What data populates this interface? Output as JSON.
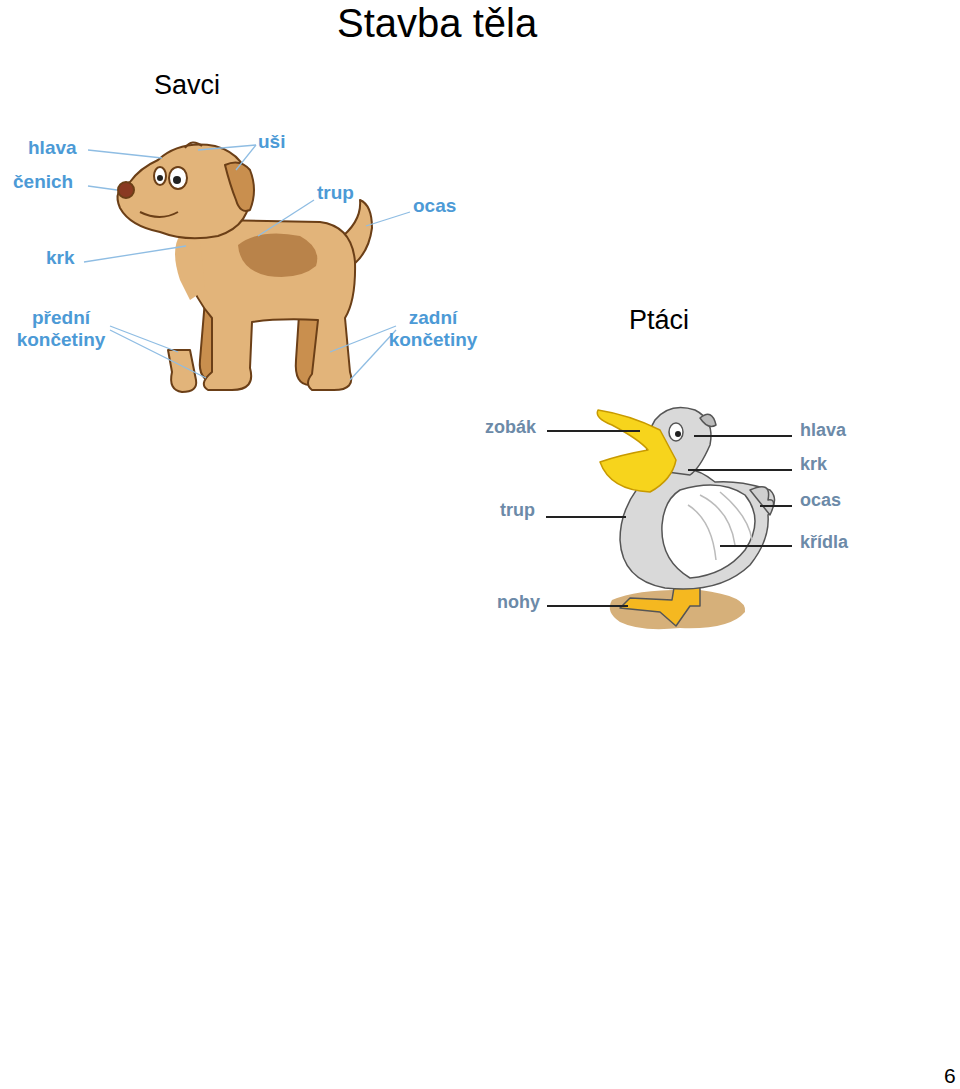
{
  "diagram": {
    "title": "Stavba těla",
    "labels": [
      "Savci",
      "hlava",
      "čenich",
      "krk",
      "přední končetiny",
      "uši",
      "trup",
      "ocas",
      "zadní končetiny",
      "Ptáci",
      "zobák",
      "trup",
      "nohy",
      "hlava",
      "krk",
      "ocas",
      "křídla",
      "6"
    ]
  }
}
